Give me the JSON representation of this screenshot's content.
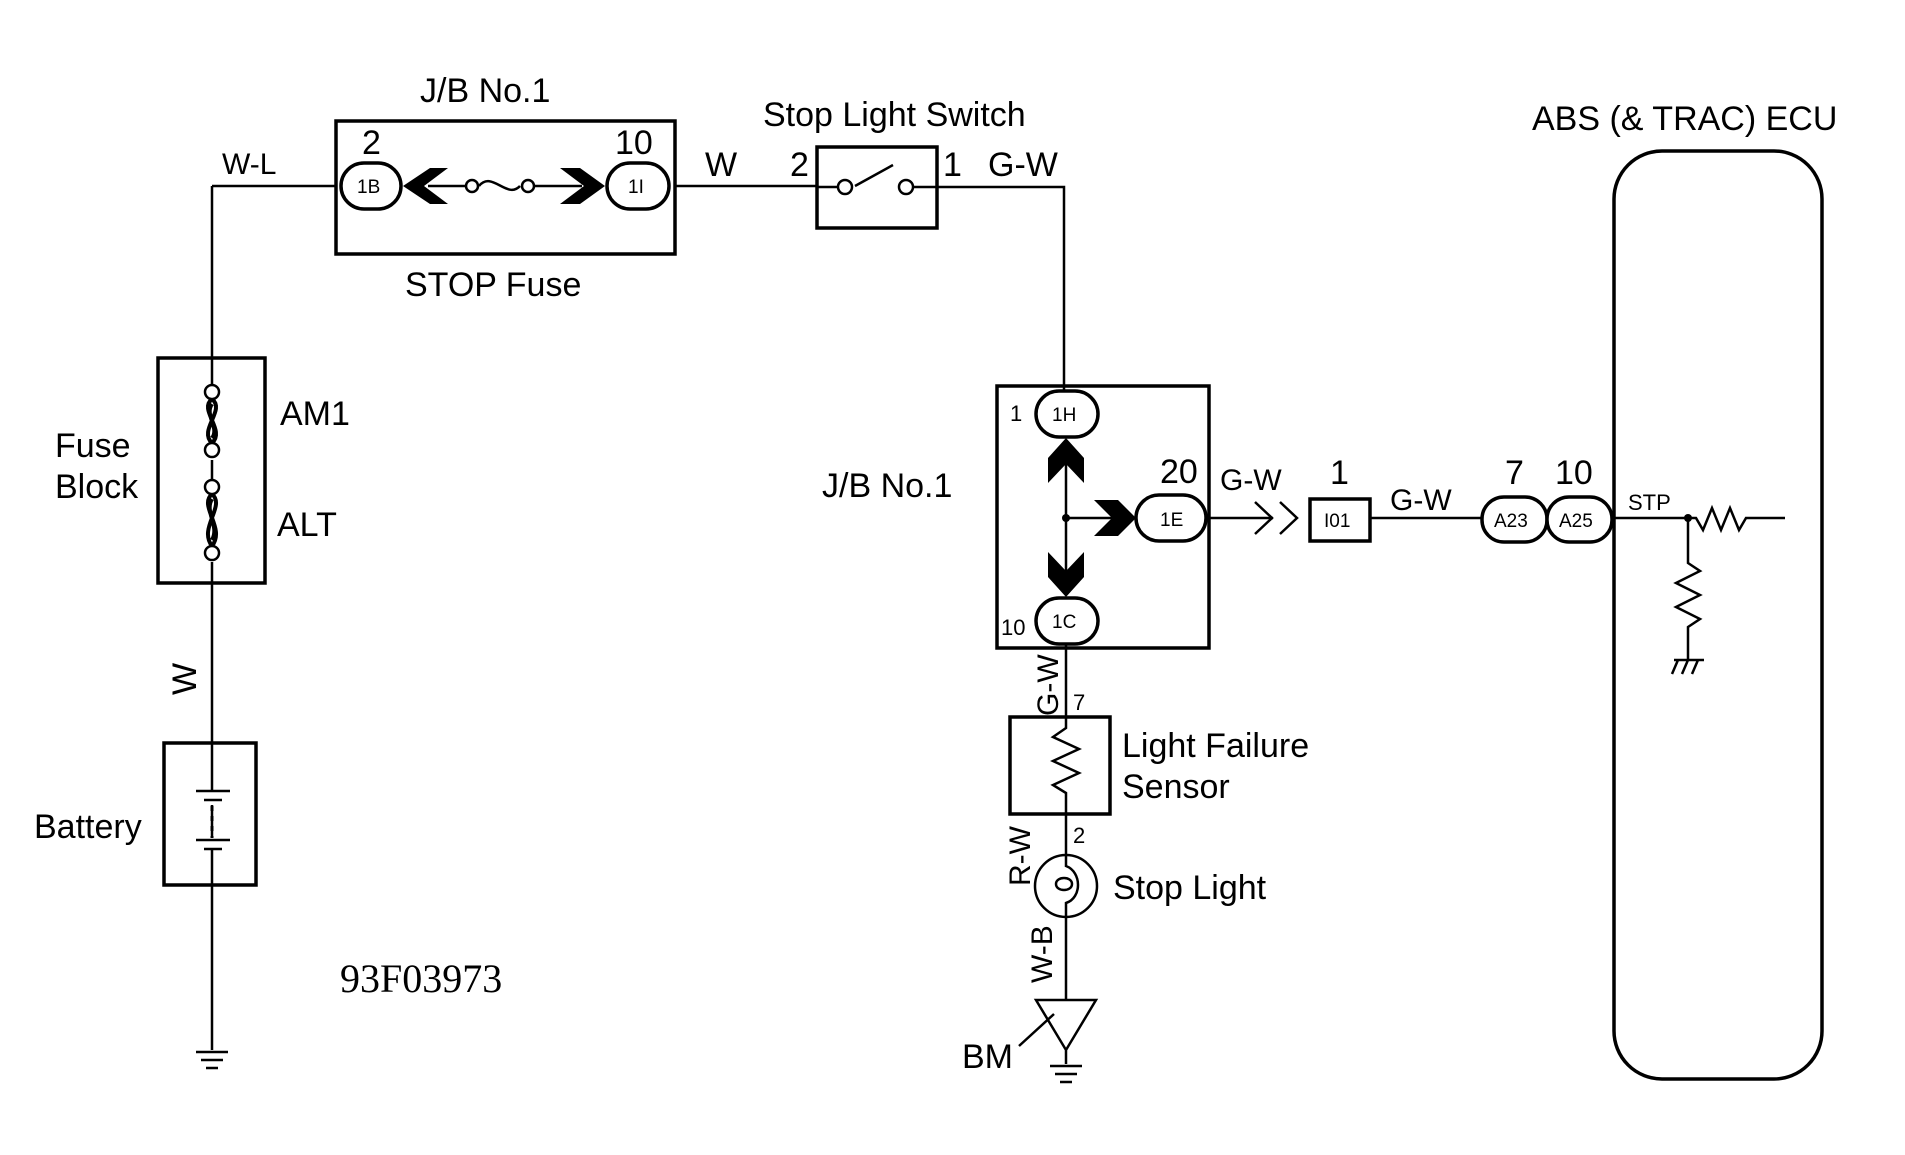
{
  "figure_id": "93F03973",
  "fuse_block": {
    "label_line1": "Fuse",
    "label_line2": "Block",
    "fuses": [
      "AM1",
      "ALT"
    ]
  },
  "battery": {
    "label": "Battery"
  },
  "wires": {
    "battery_to_fuse_block": "W",
    "fuse_block_to_stop_fuse": "W-L",
    "stop_fuse_to_switch": "W",
    "switch_to_jb": "G-W",
    "jb_to_i01": "G-W",
    "i01_to_ecu": "G-W",
    "jb_to_sensor": "G-W",
    "sensor_to_light": "R-W",
    "light_to_ground": "W-B"
  },
  "stop_fuse_jb": {
    "title": "J/B No.1",
    "caption": "STOP Fuse",
    "left_pin": "2",
    "left_connector": "1B",
    "right_pin": "10",
    "right_connector": "1I"
  },
  "stop_light_switch": {
    "label": "Stop Light Switch",
    "pin_in": "2",
    "pin_out": "1"
  },
  "jb2": {
    "title": "J/B No.1",
    "top_pin": "1",
    "top_connector": "1H",
    "right_pin": "20",
    "right_connector": "1E",
    "bottom_pin": "10",
    "bottom_connector": "1C"
  },
  "junction_i01": {
    "pin": "1",
    "label": "I01"
  },
  "ecu_connectors": [
    {
      "pin": "7",
      "label": "A23"
    },
    {
      "pin": "10",
      "label": "A25"
    }
  ],
  "ecu": {
    "title": "ABS (& TRAC) ECU",
    "terminal": "STP"
  },
  "light_failure_sensor": {
    "label_line1": "Light Failure",
    "label_line2": "Sensor",
    "pin_in": "7",
    "pin_out": "2"
  },
  "stop_light": {
    "label": "Stop Light"
  },
  "ground_point": {
    "label": "BM"
  }
}
